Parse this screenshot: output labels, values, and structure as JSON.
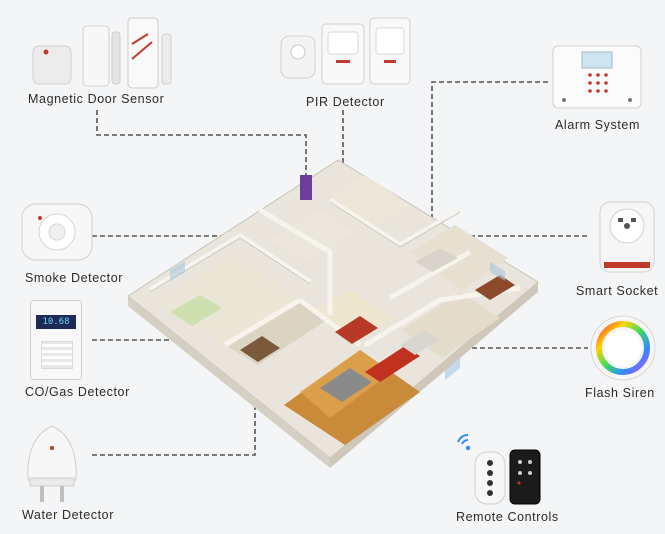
{
  "labels": {
    "magnetic_door_sensor": "Magnetic Door Sensor",
    "pir_detector": "PIR Detector",
    "alarm_system": "Alarm System",
    "smoke_detector": "Smoke Detector",
    "smart_socket": "Smart Socket",
    "co_gas_detector": "CO/Gas Detector",
    "flash_siren": "Flash Siren",
    "water_detector": "Water Detector",
    "remote_controls": "Remote Controls"
  },
  "co_gas_display": "10.68",
  "colors": {
    "background": "#f4f5f6",
    "connector": "#555555",
    "wall": "#f7f4ee",
    "floor_wood": "#c98b3a",
    "sofa_red": "#c0321f",
    "siren_ring": "rainbow"
  },
  "icons": [
    "door-sensor-icon",
    "pir-detector-icon",
    "alarm-panel-icon",
    "smoke-detector-icon",
    "smart-socket-icon",
    "gas-detector-icon",
    "flash-siren-icon",
    "water-detector-icon",
    "remote-control-icon",
    "wifi-icon",
    "house-floorplan-illustration"
  ]
}
